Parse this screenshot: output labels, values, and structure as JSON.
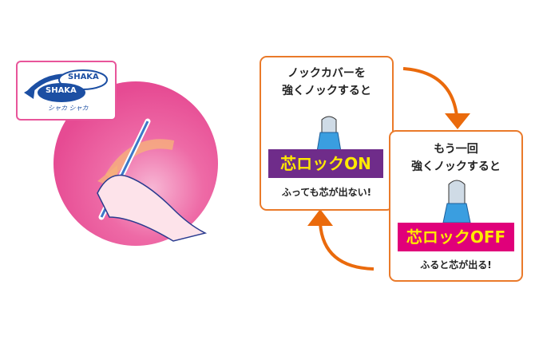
{
  "logo": {
    "text_top": "SHAKA",
    "text_bottom": "SHAKA",
    "subtitle": "シャカ シャカ"
  },
  "step_on": {
    "title_line1": "ノックカバーを",
    "title_line2": "強くノックすると",
    "badge": "芯ロックON",
    "note": "ふっても芯が出ない!",
    "badge_color": "#6f2c8a"
  },
  "step_off": {
    "title_line1": "もう一回",
    "title_line2": "強くノックすると",
    "badge": "芯ロックOFF",
    "note": "ふると芯が出る!",
    "badge_color": "#e0007a"
  },
  "colors": {
    "arrow": "#ea6a0c",
    "border": "#ea7a2a",
    "badge_text": "#ffea00"
  }
}
